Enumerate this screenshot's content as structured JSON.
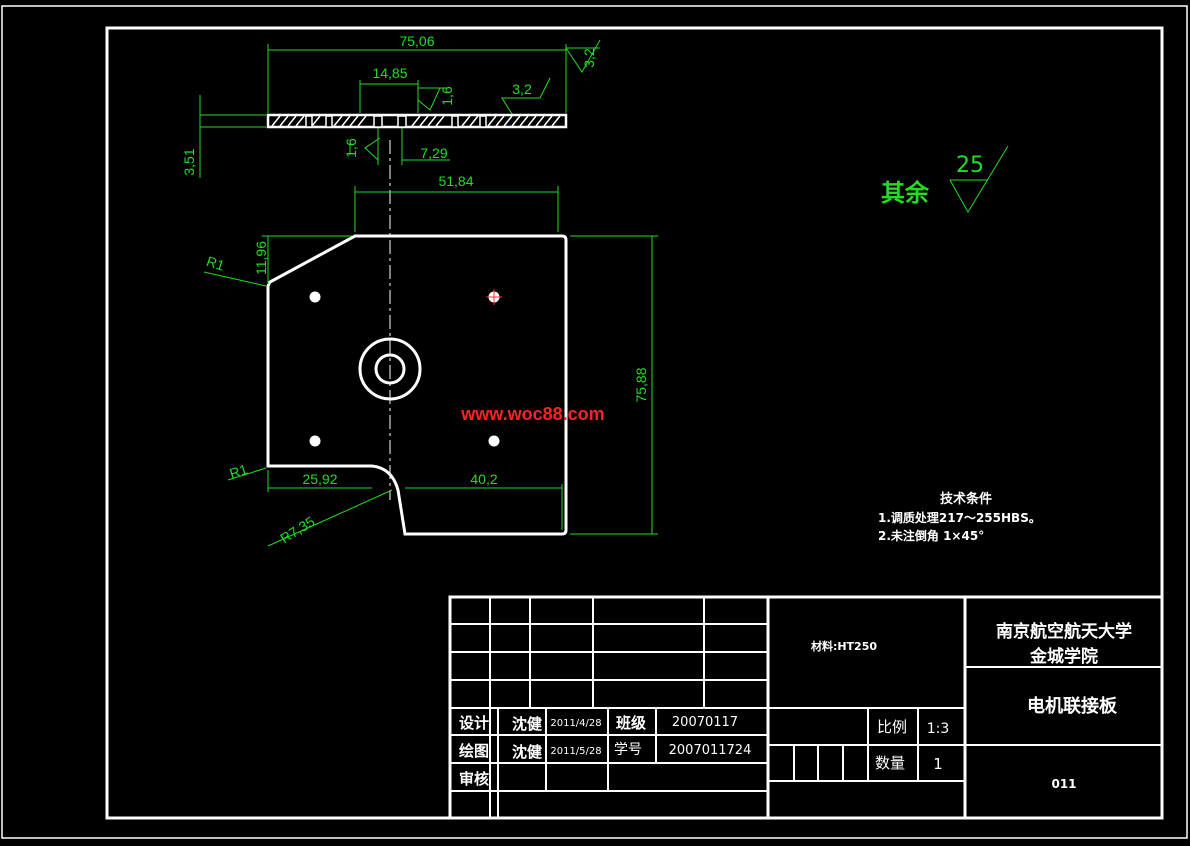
{
  "dimensions": {
    "overall_width": "75,06",
    "roughness_top_right": "3,2",
    "center_slot_width": "14,85",
    "roughness_slot_top": "1,6",
    "roughness_top_surface": "3,2",
    "thickness": "3,51",
    "roughness_slot_bottom": "1,6",
    "slot_offset": "7,29",
    "top_edge_width": "51,84",
    "chamfer_height": "11,96",
    "radius_top_left": "R1",
    "overall_height": "75,88",
    "radius_bottom_left": "R1",
    "bottom_left_width": "25,92",
    "bottom_right_width": "40,2",
    "fillet_radius": "R7,35"
  },
  "watermark": "www.woc88.com",
  "surface_finish": {
    "label": "其余",
    "value": "25"
  },
  "tech_requirements": {
    "title": "技术条件",
    "item1": "1.调质处理217～255HBS。",
    "item2": "2.未注倒角 1×45°"
  },
  "title_block": {
    "material": "材料:HT250",
    "school_line1": "南京航空航天大学",
    "school_line2": "金城学院",
    "part_name": "电机联接板",
    "drawing_number": "011",
    "design_label": "设计",
    "design_name": "沈健",
    "design_date": "2011/4/28",
    "class_label": "班级",
    "class_value": "20070117",
    "draw_label": "绘图",
    "draw_name": "沈健",
    "draw_date": "2011/5/28",
    "student_id_label": "学号",
    "student_id_value": "2007011724",
    "review_label": "审核",
    "scale_label": "比例",
    "scale_value": "1:3",
    "quantity_label": "数量",
    "quantity_value": "1"
  },
  "colors": {
    "background": "#000000",
    "outline": "#ffffff",
    "dimension": "#22dd22",
    "watermark": "#ff2222"
  }
}
